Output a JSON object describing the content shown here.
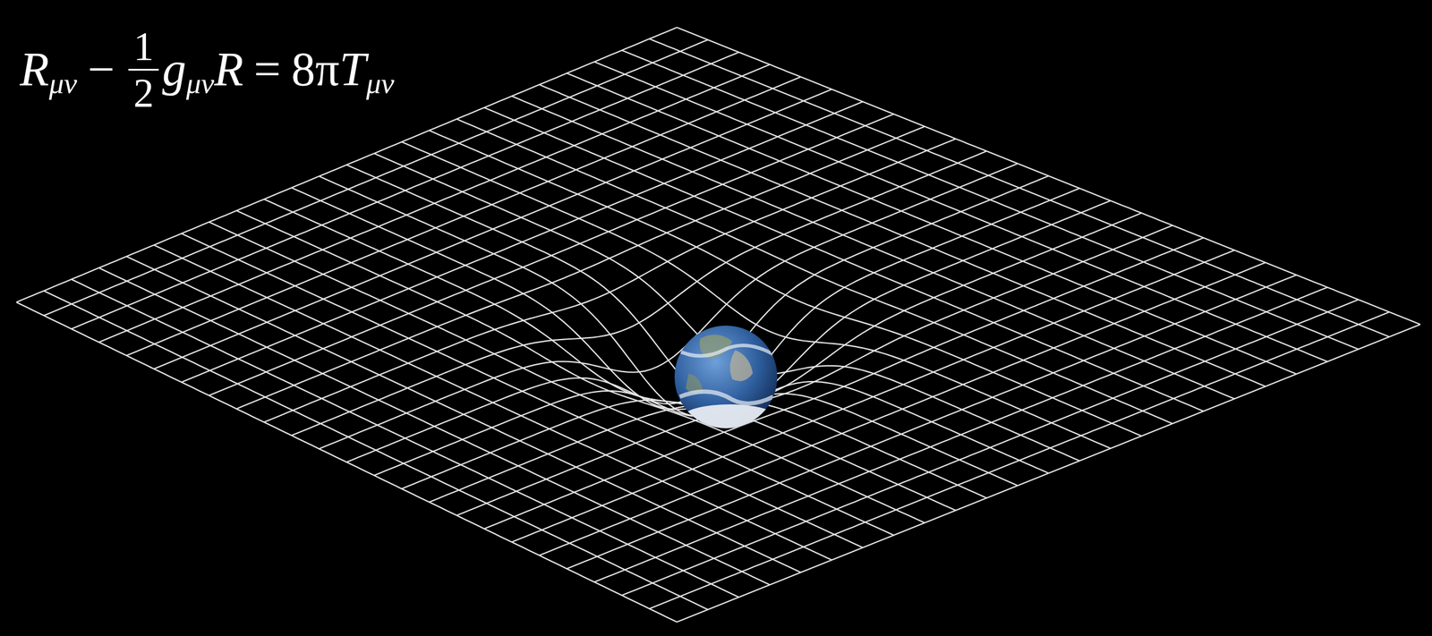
{
  "diagram": {
    "labels": [
      "R",
      "μν",
      "−",
      "1",
      "2",
      "g",
      "μν",
      "R",
      "=",
      "8π",
      "T",
      "μν"
    ]
  }
}
